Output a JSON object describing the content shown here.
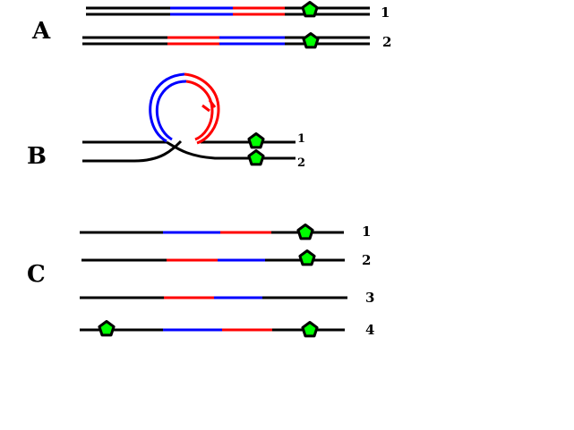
{
  "panels": {
    "a": {
      "label": "A",
      "strand_1": "1",
      "strand_2": "2"
    },
    "b": {
      "label": "B",
      "strand_1": "1",
      "strand_2": "2"
    },
    "c": {
      "label": "C",
      "strand_1": "1",
      "strand_2": "2",
      "strand_3": "3",
      "strand_4": "4"
    }
  },
  "colors": {
    "background": "#ffffff",
    "strand": "#000000",
    "segment_blue": "#0000ff",
    "segment_red": "#ff0000",
    "marker_fill": "#00ff00",
    "marker_outline": "#000000"
  },
  "icons": {
    "marker": "green-pentagon-marker"
  }
}
